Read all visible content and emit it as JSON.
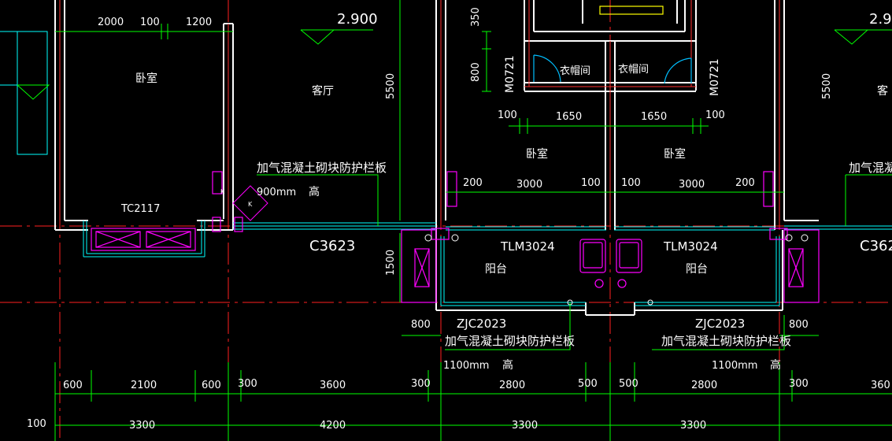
{
  "colors": {
    "background": "#000000",
    "wall": "#ffffff",
    "axis": "#ff2020",
    "dimension": "#00ff00",
    "window": "#00ffff",
    "fixture": "#ff00ff",
    "door": "#00bfff",
    "text": "#ffffff",
    "elev_symbol": "#00ff00"
  },
  "rooms": {
    "bedroom_left": "卧室",
    "living": "客厅",
    "bedroom_mid": "卧室",
    "bedroom_right": "卧室",
    "closet_left": "衣帽间",
    "closet_right": "衣帽间",
    "balcony_left": "阳台",
    "balcony_right": "阳台",
    "living_right_cut": "客"
  },
  "levels": {
    "elev_left": "2.900",
    "elev_right": "2.90"
  },
  "openings": {
    "window_tc": "TC2117",
    "window_c_left": "C3623",
    "window_c_right": "C362",
    "door_m_left": "M0721",
    "door_m_right": "M0721",
    "door_tlm_left": "TLM3024",
    "door_tlm_right": "TLM3024",
    "window_zjc_left": "ZJC2023",
    "window_zjc_right": "ZJC2023"
  },
  "notes": {
    "parapet_top": "加气混凝土砌块防护栏板",
    "parapet_top_height": "900mm",
    "parapet_top_high": "高",
    "parapet_right_cut": "加气混凝",
    "parapet_bottom_left": "加气混凝土砌块防护栏板",
    "parapet_bottom_left_height": "1100mm",
    "parapet_bottom_left_high": "高",
    "parapet_bottom_right": "加气混凝土砌块防护栏板",
    "parapet_bottom_right_height": "1100mm",
    "parapet_bottom_right_high": "高",
    "symbol_k1": "K",
    "symbol_k2": "K"
  },
  "dims": {
    "top_2000": "2000",
    "top_100": "100",
    "top_1200": "1200",
    "v_5500_left": "5500",
    "v_5500_right": "5500",
    "v_350": "350",
    "v_800": "800",
    "v_1500": "1500",
    "c_100a": "100",
    "c_1650a": "1650",
    "c_1650b": "1650",
    "c_100b": "100",
    "r_200a": "200",
    "r_3000a": "3000",
    "r_100a": "100",
    "r_100b": "100",
    "r_3000b": "3000",
    "r_200b": "200",
    "bal_800a": "800",
    "bal_800b": "800",
    "row1": [
      "600",
      "2100",
      "600",
      "300",
      "3600",
      "300",
      "2800",
      "500",
      "500",
      "2800",
      "300",
      "360"
    ],
    "row2": [
      "100",
      "3300",
      "4200",
      "3300",
      "3300"
    ]
  }
}
